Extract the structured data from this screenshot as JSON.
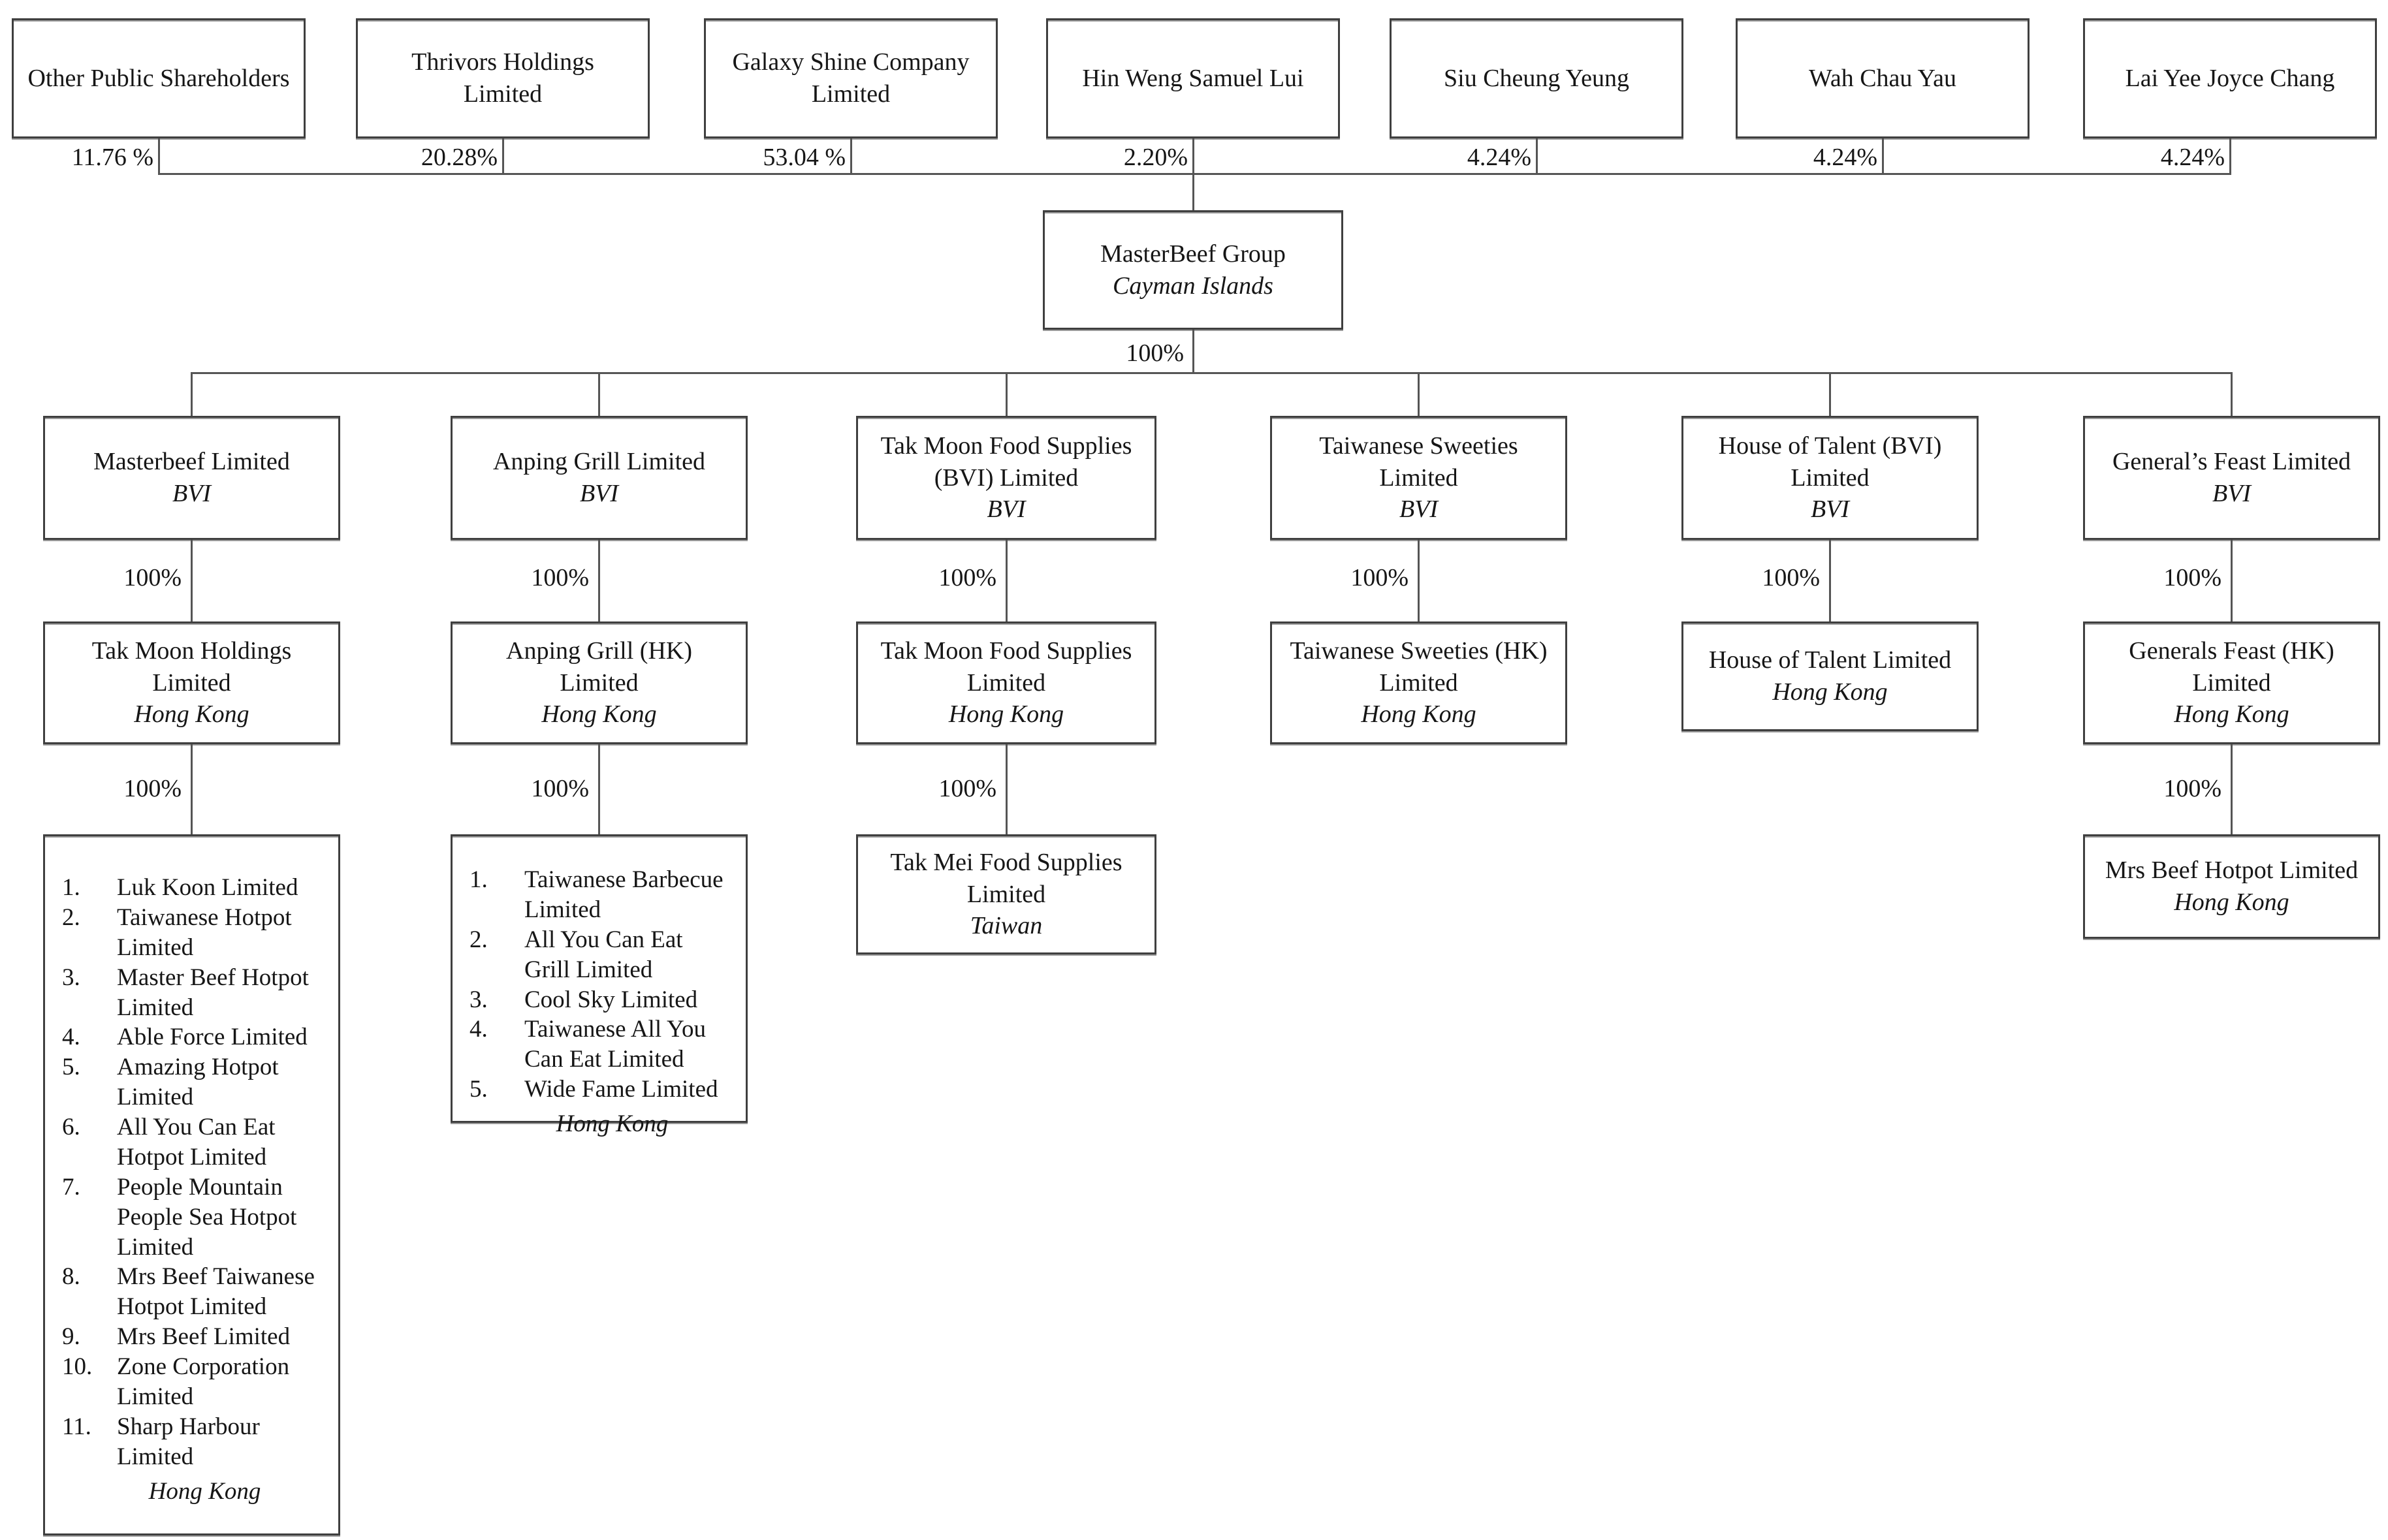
{
  "diagram_title": "MasterBeef Group corporate shareholding structure",
  "shareholders": [
    {
      "name": "Other Public Shareholders",
      "pct": "11.76 %"
    },
    {
      "name": "Thrivors Holdings\nLimited",
      "pct": "20.28%"
    },
    {
      "name": "Galaxy Shine Company\nLimited",
      "pct": "53.04 %"
    },
    {
      "name": "Hin Weng Samuel Lui",
      "pct": "2.20%"
    },
    {
      "name": "Siu Cheung Yeung",
      "pct": "4.24%"
    },
    {
      "name": "Wah Chau Yau",
      "pct": "4.24%"
    },
    {
      "name": "Lai Yee Joyce Chang",
      "pct": "4.24%"
    }
  ],
  "parent": {
    "name": "MasterBeef Group",
    "jurisdiction": "Cayman Islands",
    "ownership": "100%"
  },
  "columns": [
    {
      "bvi": {
        "name": "Masterbeef Limited",
        "jurisdiction": "BVI",
        "ownership": "100%"
      },
      "hk": {
        "name": "Tak Moon Holdings\nLimited",
        "jurisdiction": "Hong Kong",
        "ownership": "100%"
      },
      "sub": {
        "items": [
          "Luk Koon Limited",
          "Taiwanese Hotpot Limited",
          "Master Beef Hotpot Limited",
          "Able Force Limited",
          "Amazing Hotpot Limited",
          "All You Can Eat Hotpot Limited",
          "People Mountain People Sea Hotpot Limited",
          "Mrs Beef Taiwanese Hotpot Limited",
          "Mrs Beef Limited",
          "Zone Corporation Limited",
          "Sharp Harbour Limited"
        ],
        "jurisdiction": "Hong Kong"
      }
    },
    {
      "bvi": {
        "name": "Anping Grill Limited",
        "jurisdiction": "BVI",
        "ownership": "100%"
      },
      "hk": {
        "name": "Anping Grill (HK)\nLimited",
        "jurisdiction": "Hong Kong",
        "ownership": "100%"
      },
      "sub": {
        "items": [
          "Taiwanese Barbecue Limited",
          "All You Can Eat Grill Limited",
          "Cool Sky Limited",
          "Taiwanese All You Can Eat Limited",
          "Wide Fame Limited"
        ],
        "jurisdiction": "Hong Kong"
      }
    },
    {
      "bvi": {
        "name": "Tak Moon Food Supplies\n(BVI) Limited",
        "jurisdiction": "BVI",
        "ownership": "100%"
      },
      "hk": {
        "name": "Tak Moon Food Supplies\nLimited",
        "jurisdiction": "Hong Kong",
        "ownership": "100%"
      },
      "sub": {
        "name": "Tak Mei Food Supplies\nLimited",
        "jurisdiction": "Taiwan"
      }
    },
    {
      "bvi": {
        "name": "Taiwanese Sweeties\nLimited",
        "jurisdiction": "BVI",
        "ownership": "100%"
      },
      "hk": {
        "name": "Taiwanese Sweeties (HK)\nLimited",
        "jurisdiction": "Hong Kong"
      }
    },
    {
      "bvi": {
        "name": "House of Talent (BVI)\nLimited",
        "jurisdiction": "BVI",
        "ownership": "100%"
      },
      "hk": {
        "name": "House of Talent Limited",
        "jurisdiction": "Hong Kong"
      }
    },
    {
      "bvi": {
        "name": "General’s Feast Limited",
        "jurisdiction": "BVI",
        "ownership": "100%"
      },
      "hk": {
        "name": "Generals Feast (HK)\nLimited",
        "jurisdiction": "Hong Kong",
        "ownership": "100%"
      },
      "sub": {
        "name": "Mrs Beef Hotpot Limited",
        "jurisdiction": "Hong Kong"
      }
    }
  ]
}
